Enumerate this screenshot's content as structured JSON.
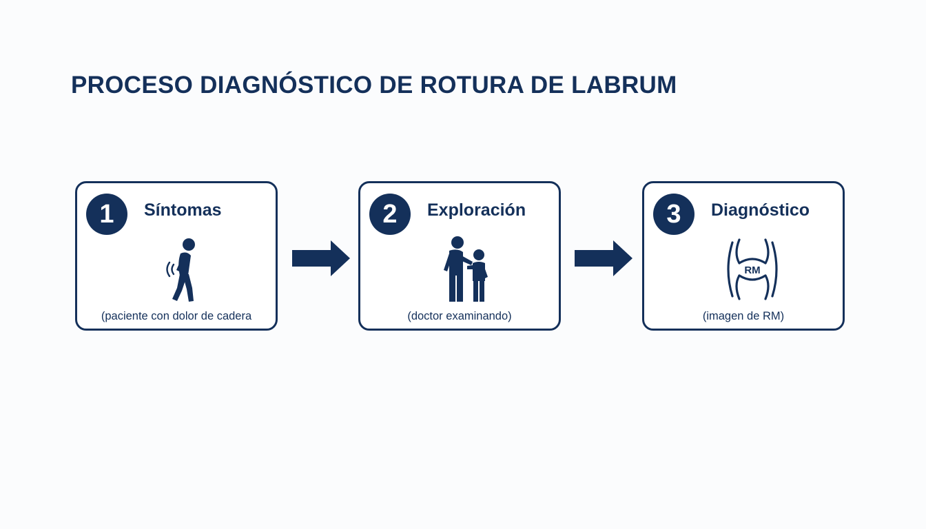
{
  "title": "PROCESO DIAGNÓSTICO DE ROTURA DE LABRUM",
  "colors": {
    "primary": "#14305a",
    "background": "#fbfcfd",
    "card": "#ffffff"
  },
  "steps": [
    {
      "number": "1",
      "title": "Síntomas",
      "icon": "patient-hip-pain-icon",
      "caption": "(paciente con dolor de cadera"
    },
    {
      "number": "2",
      "title": "Exploración",
      "icon": "doctor-examining-icon",
      "caption": "(doctor examinando)"
    },
    {
      "number": "3",
      "title": "Diagnóstico",
      "icon": "mri-joint-icon",
      "icon_label": "RM",
      "caption": "(imagen de RM)"
    }
  ]
}
